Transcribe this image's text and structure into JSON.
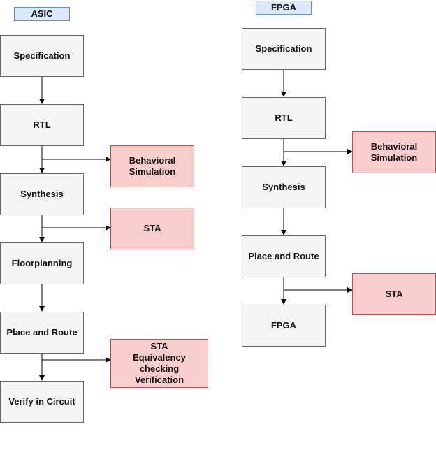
{
  "asic": {
    "title": "ASIC",
    "steps": [
      "Specification",
      "RTL",
      "Synthesis",
      "Floorplanning",
      "Place and Route",
      "Verify in Circuit"
    ],
    "side": {
      "behavioral": "Behavioral\nSimulation",
      "sta": "STA",
      "verification": "STA\nEquivalency\nchecking\nVerification"
    }
  },
  "fpga": {
    "title": "FPGA",
    "steps": [
      "Specification",
      "RTL",
      "Synthesis",
      "Place and Route",
      "FPGA"
    ],
    "side": {
      "behavioral": "Behavioral\nSimulation",
      "sta": "STA"
    }
  },
  "colors": {
    "step_fill": "#f5f5f5",
    "step_stroke": "#666666",
    "side_fill": "#f8cecc",
    "side_stroke": "#b85450",
    "tag_fill": "#dae8fc",
    "tag_stroke": "#6c8ebf"
  }
}
